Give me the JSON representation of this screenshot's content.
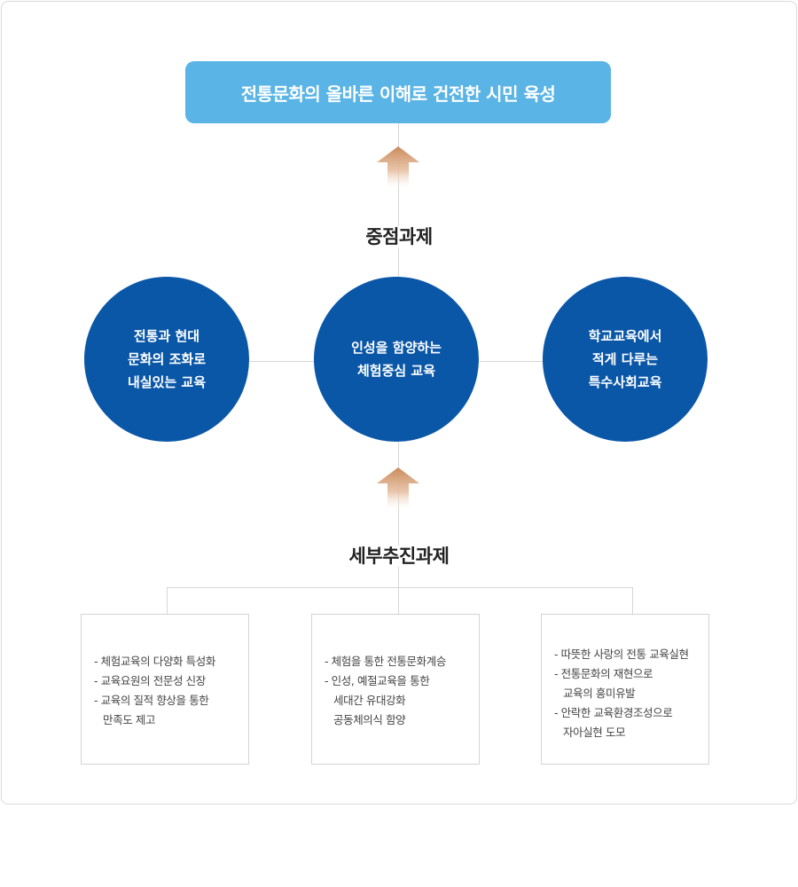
{
  "goal": {
    "text": "전통문화의 올바른 이해로 건전한 시민 육성"
  },
  "key_tasks": {
    "heading": "중점과제",
    "items": [
      {
        "lines": [
          "전통과 현대",
          "문화의 조화로",
          "내실있는 교육"
        ]
      },
      {
        "lines": [
          "인성을 함양하는",
          "체험중심 교육"
        ]
      },
      {
        "lines": [
          "학교교육에서",
          "적게 다루는",
          "특수사회교육"
        ]
      }
    ]
  },
  "sub_tasks": {
    "heading": "세부추진과제",
    "boxes": [
      {
        "items": [
          "- 체험교육의 다양화 특성화",
          "- 교육요원의 전문성 신장",
          "- 교육의 질적 향상을 통한",
          "만족도 제고"
        ]
      },
      {
        "items": [
          "- 체험을 통한 전통문화계승",
          "- 인성, 예절교육을 통한",
          "세대간 유대강화",
          "공동체의식 함양"
        ]
      },
      {
        "items": [
          "- 따뜻한 사랑의 전통 교육실현",
          "- 전통문화의 재현으로",
          "교육의 흥미유발",
          "- 안락한 교육환경조성으로",
          "자아실현 도모"
        ]
      }
    ]
  },
  "colors": {
    "goal_bg": "#5ab4e5",
    "circle_bg": "#0a57a8",
    "arrow": "#c98a5a",
    "line": "#d6d6d6"
  }
}
